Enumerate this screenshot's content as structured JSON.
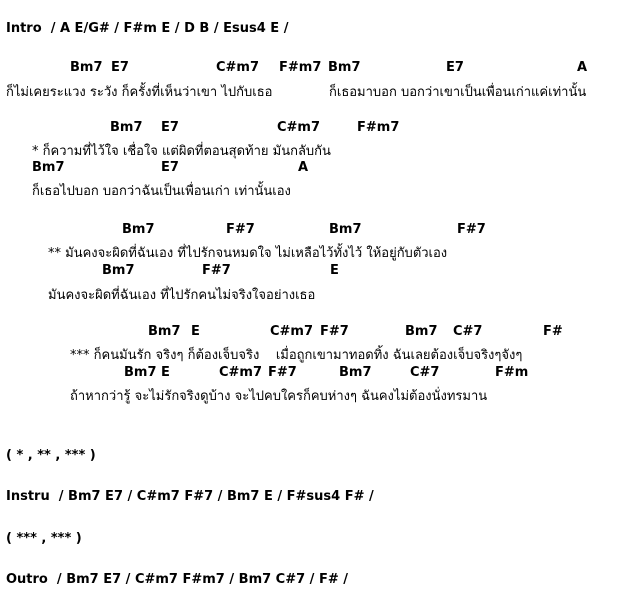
{
  "intro": "Intro  / A E/G# / F#m E / D B / Esus4 E /",
  "verse1": {
    "chords": [
      "Bm7",
      "E7",
      "C#m7",
      "F#m7",
      "Bm7",
      "E7",
      "A"
    ],
    "lyric_a": "ก็ไม่เคยระแวง ระวัง ก็ครั้งที่เห็นว่าเขา ไปกับเธอ",
    "lyric_b": "ก็เธอมาบอก บอกว่าเขาเป็นเพื่อนเก่าแค่เท่านั้น"
  },
  "verse2": {
    "chords1": [
      "Bm7",
      "E7",
      "C#m7",
      "F#m7"
    ],
    "lyric1": "* ก็ความที่ไว้ใจ เชื่อใจ แต่ผิดที่ตอนสุดท้าย มันกลับกัน",
    "chords2": [
      "Bm7",
      "E7",
      "A"
    ],
    "lyric2": "ก็เธอไปบอก บอกว่าฉันเป็นเพื่อนเก่า เท่านั้นเอง"
  },
  "prechorus": {
    "chords1": [
      "Bm7",
      "F#7",
      "Bm7",
      "F#7"
    ],
    "lyric1": "** มันคงจะผิดที่ฉันเอง ที่ไปรักจนหมดใจ ไม่เหลือไว้ทั้งไว้ ให้อยู่กับตัวเอง",
    "chords2": [
      "Bm7",
      "F#7",
      "E"
    ],
    "lyric2": "มันคงจะผิดที่ฉันเอง ที่ไปรักคนไม่จริงใจอย่างเธอ"
  },
  "chorus": {
    "chords1": [
      "Bm7",
      "E",
      "C#m7",
      "F#7",
      "Bm7",
      "C#7",
      "F#"
    ],
    "lyric1": "*** ก็คนมันรัก จริงๆ ก็ต้องเจ็บจริง    เมื่อถูกเขามาทอดทิ้ง ฉันเลยต้องเจ็บจริงๆจังๆ",
    "chords2": [
      "Bm7",
      "E",
      "C#m7",
      "F#7",
      "Bm7",
      "C#7",
      "F#m"
    ],
    "lyric2": "ถ้าหากว่ารู้ จะไม่รักจริงดูบ้าง จะไปคบใครก็คบห่างๆ ฉันคงไม่ต้องนั่งทรมาน"
  },
  "repeat1": "( * , ** , *** )",
  "instru": "Instru  / Bm7 E7 / C#m7 F#7 / Bm7 E / F#sus4 F# /",
  "repeat2": "( *** , *** )",
  "outro": "Outro  / Bm7 E7 / C#m7 F#m7 / Bm7 C#7 / F# /"
}
